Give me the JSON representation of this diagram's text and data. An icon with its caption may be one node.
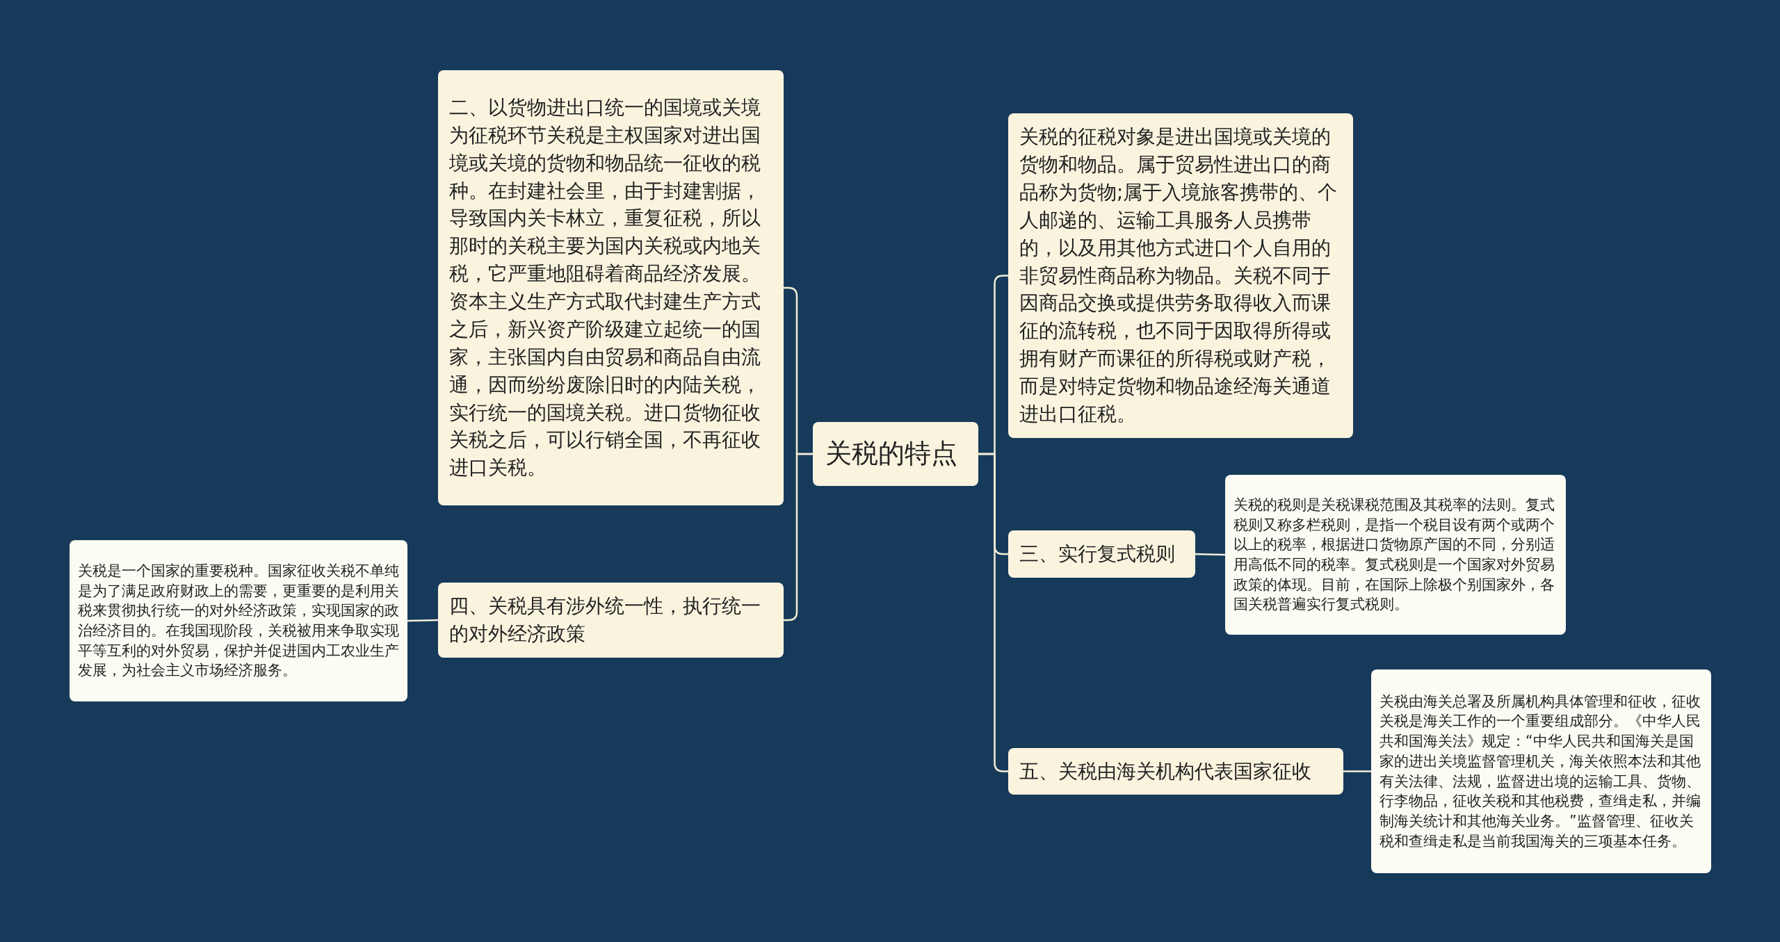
{
  "diagram": {
    "nodes": [
      {
        "text": [
          "关税的特点"
        ]
      },
      {
        "text": [
          "二、以货物进出口统一的国境或关境为征税环节关税是主权国家对进出国境或关境的货物和物品统一征收的税种。在封建社会里，由于封建割据，导致国内关卡林立，重复征税，所以那时的关税主要为国内关税或内地关税，它严重地阻碍着商品经济发展。资本主义生产方式取代封建生产方式之后，新兴资产阶级建立起统一的国家，主张国内自由贸易和商品自由流通，因而纷纷废除旧时的内陆关税，实行统一的国境关税。进口货物征收关税之后，可以行销全国，不再征收进口关税。"
        ]
      },
      {
        "text": [
          "四、关税具有涉外统一性，执行统一的对外经济政策"
        ]
      },
      {
        "text": [
          "关税是一个国家的重要税种。国家征收关税不单纯是为了满足政府财政上的需要，更重要的是利用关税来贯彻执行统一的对外经济政策，实现国家的政治经济目的。在我国现阶段，关税被用来争取实现平等互利的对外贸易，保护并促进国内工农业生产发展，为社会主义市场经济服务。"
        ]
      },
      {
        "text": [
          "关税的征税对象是进出国境或关境的货物和物品。属于贸易性进出口的商品称为货物;属于入境旅客携带的、个人邮递的、运输工具服务人员携带的，以及用其他方式进口个人自用的非贸易性商品称为物品。关税不同于因商品交换或提供劳务取得收入而课征的流转税，也不同于因取得所得或拥有财产而课征的所得税或财产税，而是对特定货物和物品途经海关通道进出口征税。"
        ]
      },
      {
        "text": [
          "三、实行复式税则"
        ]
      },
      {
        "text": [
          "关税的税则是关税课税范围及其税率的法则。复式税则又称多栏税则，是指一个税目设有两个或两个以上的税率，根据进口货物原产国的不同，分别适用高低不同的税率。复式税则是一个国家对外贸易政策的体现。目前，在国际上除极个别国家外，各国关税普遍实行复式税则。"
        ]
      },
      {
        "text": [
          "五、关税由海关机构代表国家征收"
        ]
      },
      {
        "text": [
          "关税由海关总署及所属机构具体管理和征收，征收关税是海关工作的一个重要组成部分。《中华人民共和国海关法》规定：“中华人民共和国海关是国家的进出关境监督管理机关，海关依照本法和其他有关法律、法规，监督进出境的运输工具、货物、行李物品，征收关税和其他税费，查缉走私，并编制海关统计和其他海关业务。”监督管理、征收关税和查缉走私是当前我国海关的三项基本任务。"
        ]
      }
    ],
    "edges": [
      {
        "from": 0,
        "to": 1,
        "arrow": "none"
      },
      {
        "from": 0,
        "to": 2,
        "arrow": "none"
      },
      {
        "from": 2,
        "to": 3,
        "arrow": "none"
      },
      {
        "from": 0,
        "to": 4,
        "arrow": "none"
      },
      {
        "from": 0,
        "to": 5,
        "arrow": "none"
      },
      {
        "from": 5,
        "to": 6,
        "arrow": "none"
      },
      {
        "from": 0,
        "to": 7,
        "arrow": "none"
      },
      {
        "from": 7,
        "to": 8,
        "arrow": "none"
      }
    ]
  }
}
